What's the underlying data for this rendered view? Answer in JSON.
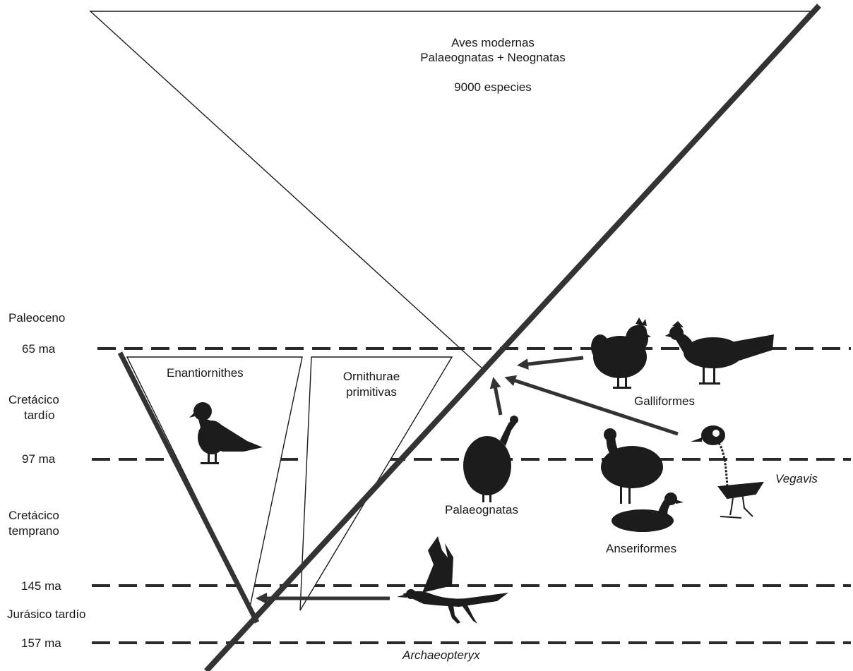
{
  "header": {
    "line1": "Aves modernas",
    "line2": "Palaeognatas + Neognatas",
    "line3": "9000 especies"
  },
  "periods": [
    {
      "name": "Paleoceno"
    },
    {
      "name": "65 ma"
    },
    {
      "name_l1": "Cretácico",
      "name_l2": "tardío"
    },
    {
      "name": "97 ma"
    },
    {
      "name_l1": "Cretácico",
      "name_l2": "temprano"
    },
    {
      "name": "145 ma"
    },
    {
      "name": "Jurásico tardío"
    },
    {
      "name": "157 ma"
    }
  ],
  "groups": {
    "enantiornithes": "Enantiornithes",
    "ornithurae_l1": "Ornithurae",
    "ornithurae_l2": "primitivas",
    "galliformes": "Galliformes",
    "palaeognatas": "Palaeognatas",
    "anseriformes": "Anseriformes",
    "vegavis": "Vegavis",
    "archaeopteryx": "Archaeopteryx"
  },
  "colors": {
    "ink": "#1a1a1a",
    "thick_line": "#333333",
    "silhouette": "#1c1c1c"
  },
  "icons": [
    "chicken-silhouette",
    "curassow-silhouette",
    "enantiornithine-silhouette",
    "tinamou-silhouette",
    "screamer-silhouette",
    "duck-silhouette",
    "vegavis-skeleton",
    "archaeopteryx-silhouette"
  ]
}
